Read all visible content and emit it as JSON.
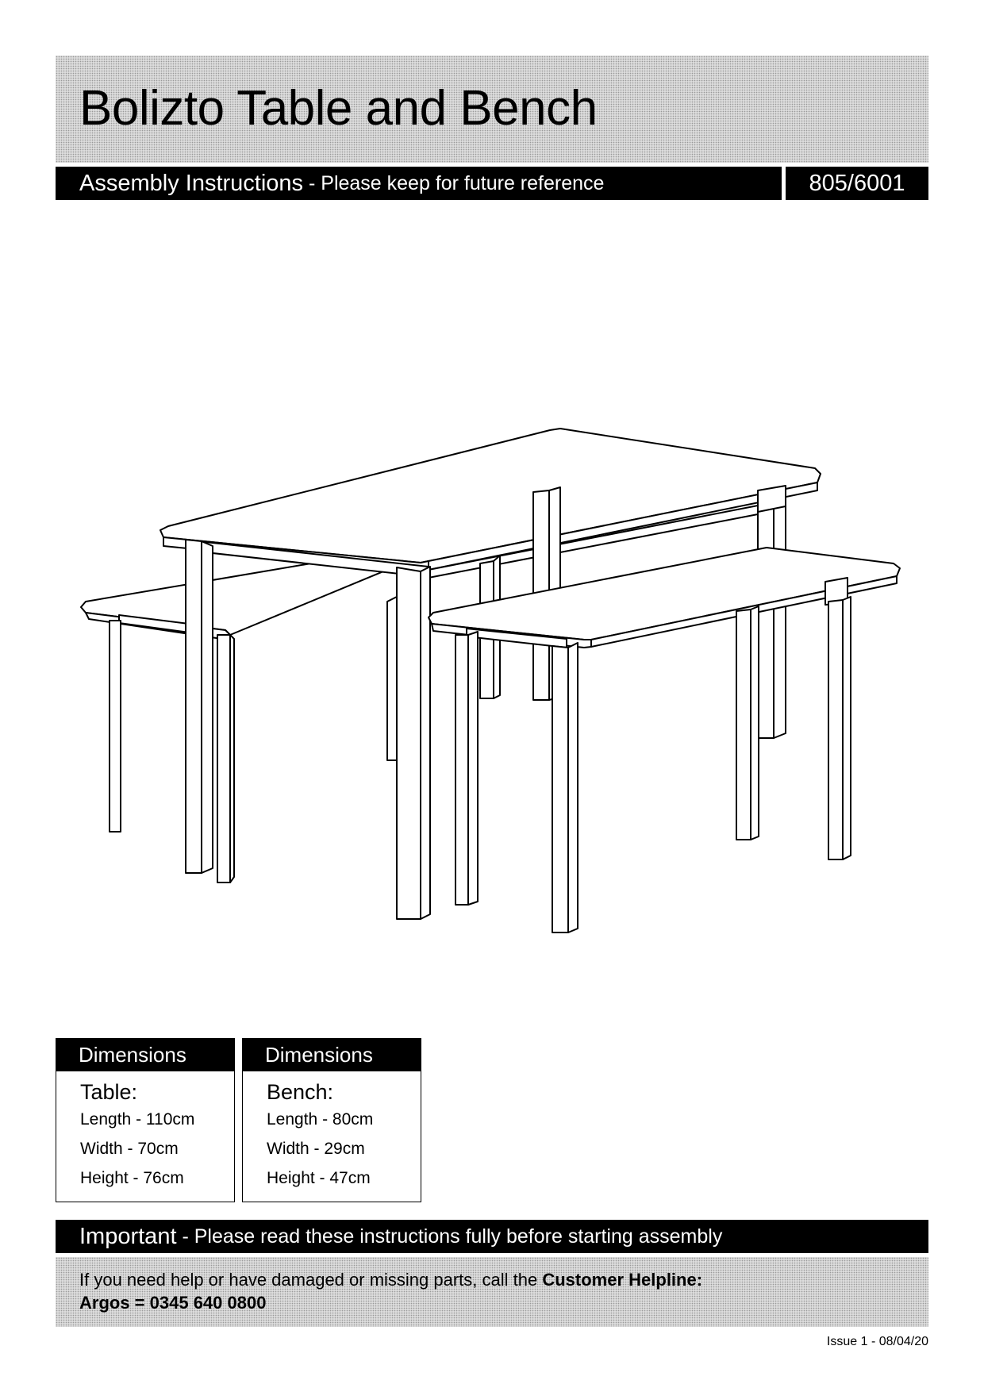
{
  "header": {
    "title": "Bolizto Table and Bench",
    "subtitle_main": "Assembly Instructions",
    "subtitle_sep": " - ",
    "subtitle_note": "Please keep for future reference",
    "product_code": "805/6001"
  },
  "dimensions": [
    {
      "heading": "Dimensions",
      "item": "Table:",
      "lines": [
        "Length - 110cm",
        "Width - 70cm",
        "Height - 76cm"
      ]
    },
    {
      "heading": "Dimensions",
      "item": "Bench:",
      "lines": [
        "Length - 80cm",
        "Width - 29cm",
        "Height - 47cm"
      ]
    }
  ],
  "important": {
    "main": "Important",
    "sep": " - ",
    "note": "Please read these instructions fully before starting assembly"
  },
  "helpline": {
    "text": "If you need help or have damaged or missing parts, call the ",
    "bold_label": "Customer Helpline:",
    "number_line": "Argos = 0345 640 0800"
  },
  "footer": {
    "issue": "Issue 1 - 08/04/20"
  }
}
